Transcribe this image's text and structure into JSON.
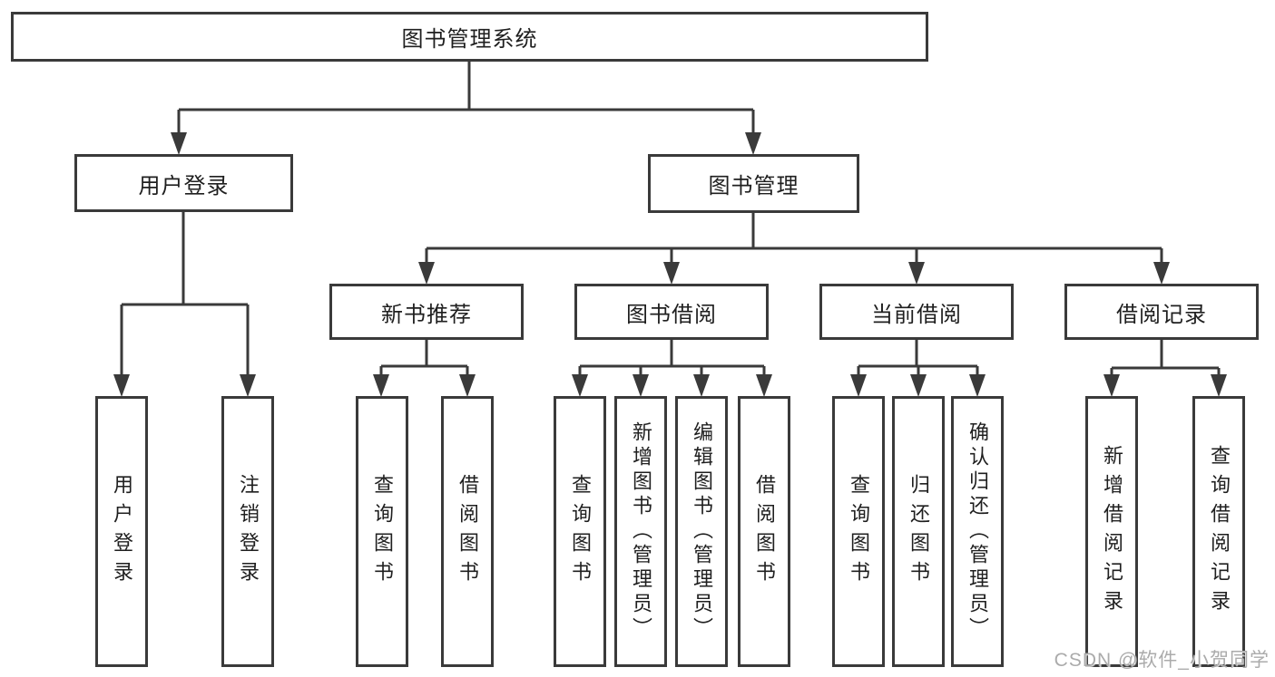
{
  "tree": {
    "root": "图书管理系统",
    "branches": [
      {
        "label": "用户登录",
        "children": [
          {
            "label": "用户登录"
          },
          {
            "label": "注销登录"
          }
        ]
      },
      {
        "label": "图书管理",
        "children": [
          {
            "label": "新书推荐",
            "children": [
              {
                "label": "查询图书"
              },
              {
                "label": "借阅图书"
              }
            ]
          },
          {
            "label": "图书借阅",
            "children": [
              {
                "label": "查询图书"
              },
              {
                "label": "新增图书（管理员）"
              },
              {
                "label": "编辑图书（管理员）"
              },
              {
                "label": "借阅图书"
              }
            ]
          },
          {
            "label": "当前借阅",
            "children": [
              {
                "label": "查询图书"
              },
              {
                "label": "归还图书"
              },
              {
                "label": "确认归还（管理员）"
              }
            ]
          },
          {
            "label": "借阅记录",
            "children": [
              {
                "label": "新增借阅记录"
              },
              {
                "label": "查询借阅记录"
              }
            ]
          }
        ]
      }
    ]
  },
  "watermark": {
    "text": "CSDN @软件_小贺同学"
  },
  "colors": {
    "line": "#3a3a3a",
    "text": "#1f1f1f",
    "background": "#ffffff",
    "watermark": "#ababab"
  }
}
